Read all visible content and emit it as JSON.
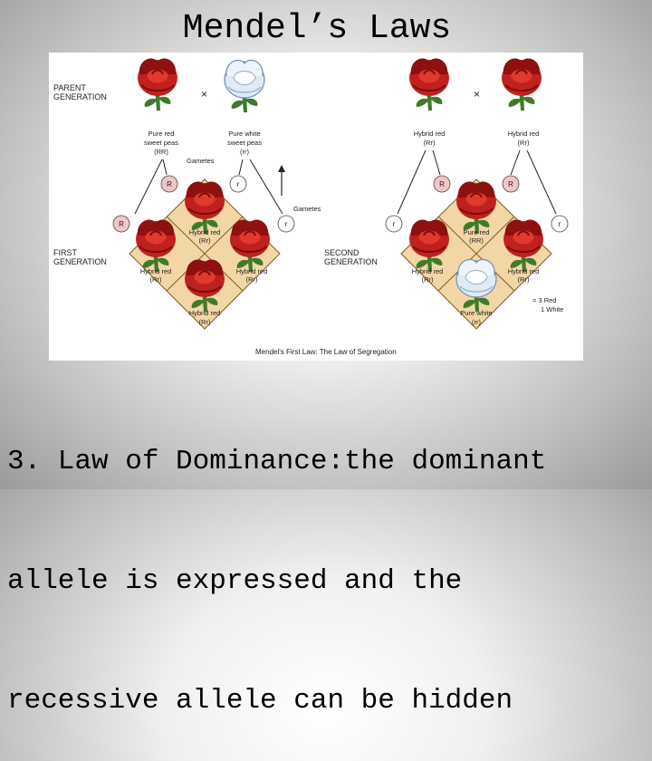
{
  "slide": {
    "title": "Mendel’s Laws",
    "bullet_lines": [
      "3. Law of Dominance:the dominant",
      "allele is expressed and the",
      "recessive allele can be hidden"
    ]
  },
  "figure": {
    "caption": "Mendel's First Law: The Law of Segregation",
    "colors": {
      "red_rose": "#c0201e",
      "white_rose": "#dfeaf6",
      "diamond": "#f3d6a6",
      "allele_R": "#f2c6c6",
      "leaf": "#3f7a2a"
    },
    "left": {
      "parent_generation_label": [
        "PARENT",
        "GENERATION"
      ],
      "cross_symbol": "×",
      "parent_red": [
        "Pure red",
        "sweet peas",
        "(RR)"
      ],
      "parent_white": [
        "Pure white",
        "sweet peas",
        "(rr)"
      ],
      "gametes_label": "Gametes",
      "gametes_label_2": "Gametes",
      "gamete_R": "R",
      "gamete_r": "r",
      "first_generation_label": [
        "FIRST",
        "GENERATION"
      ],
      "offspring": [
        [
          "Hybrid red",
          "(Rr)"
        ],
        [
          "Hybrid red",
          "(Rr)"
        ],
        [
          "Hybrid red",
          "(Rr)"
        ],
        [
          "Hybrid red",
          "(Rr)"
        ]
      ]
    },
    "right": {
      "cross_symbol": "×",
      "parent_1": [
        "Hybrid red",
        "(Rr)"
      ],
      "parent_2": [
        "Hybrid red",
        "(Rr)"
      ],
      "gamete_R": "R",
      "gamete_r": "r",
      "second_generation_label": [
        "SECOND",
        "GENERATION"
      ],
      "offspring_top": [
        "Pure red",
        "(RR)"
      ],
      "offspring_left": [
        "Hybrid red",
        "(Rr)"
      ],
      "offspring_right": [
        "Hybrid red",
        "(Rr)"
      ],
      "offspring_bottom": [
        "Pure white",
        "(rr)"
      ],
      "ratio": [
        "= 3 Red",
        "1 White"
      ]
    }
  }
}
